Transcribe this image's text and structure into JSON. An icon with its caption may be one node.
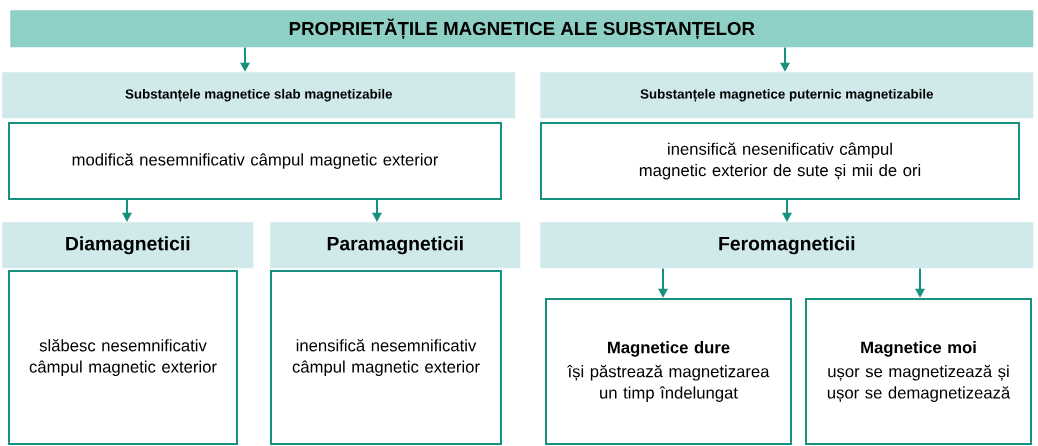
{
  "diagram": {
    "nodes": [
      {
        "text": [
          "PROPRIETĂȚILE MAGNETICE ALE SUBSTANȚELOR"
        ]
      },
      {
        "text": [
          "Substanțele magnetice slab magnetizabile"
        ]
      },
      {
        "text": [
          "modifică nesemnificativ câmpul magnetic exterior"
        ]
      },
      {
        "text": [
          "Substanțele magnetice puternic magnetizabile"
        ]
      },
      {
        "text": [
          "inensifică nesenificativ câmpul magnetic exterior de sute și mii de ori"
        ]
      },
      {
        "text": [
          "Diamagneticii"
        ]
      },
      {
        "text": [
          "slăbesc nesemnificativ câmpul magnetic exterior"
        ]
      },
      {
        "text": [
          "Paramagneticii"
        ]
      },
      {
        "text": [
          "inensifică nesemnificativ câmpul magnetic exterior"
        ]
      },
      {
        "text": [
          "Feromagneticii"
        ]
      },
      {
        "text": [
          "Magnetice dure",
          "își păstrează magnetizarea un timp îndelungat"
        ]
      },
      {
        "text": [
          "Magnetice moi",
          "ușor se magnetizează și ușor se demagnetizează"
        ]
      }
    ],
    "edges": [
      {
        "from": 0,
        "to": 1,
        "arrow": "to"
      },
      {
        "from": 0,
        "to": 3,
        "arrow": "to"
      },
      {
        "from": 2,
        "to": 5,
        "arrow": "to"
      },
      {
        "from": 2,
        "to": 7,
        "arrow": "to"
      },
      {
        "from": 4,
        "to": 9,
        "arrow": "to"
      },
      {
        "from": 9,
        "to": 10,
        "arrow": "to"
      },
      {
        "from": 9,
        "to": 11,
        "arrow": "to"
      }
    ]
  }
}
